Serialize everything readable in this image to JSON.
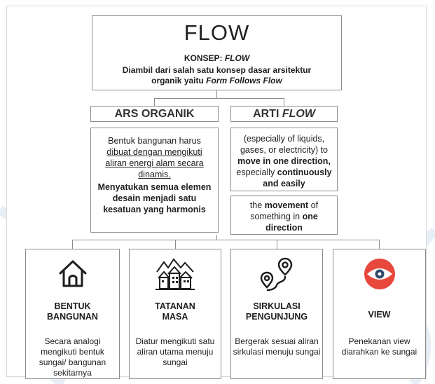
{
  "flow": {
    "title": "FLOW",
    "konsep_prefix": "KONSEP: ",
    "konsep_value": "FLOW",
    "desc_line1": "Diambil dari salah satu konsep dasar arsitektur",
    "desc_line2_prefix": "organik yaitu ",
    "desc_line2_emph": "Form Follows Flow"
  },
  "ars_organik": {
    "header": "ARS ORGANIK",
    "p1_plain": "Bentuk bangunan harus",
    "p1_underlined": "dibuat dengan mengikuti aliran energi alam secara dinamis.",
    "p2": "Menyatukan semua elemen desain menjadi satu kesatuan yang harmonis"
  },
  "arti_flow": {
    "header_prefix": "ARTI ",
    "header_emph": "FLOW",
    "def1_plain": "(especially of liquids, gases, or electricity) to",
    "def1_bold1": "move in one direction,",
    "def1_plain2": "especially",
    "def1_bold2": "continuously and easily",
    "def2_prefix": "the",
    "def2_bold": "movement",
    "def2_mid": "of something",
    "def2_in": "in",
    "def2_bold2": "one direction"
  },
  "cards": [
    {
      "icon": "house-icon",
      "title1": "BENTUK",
      "title2": "BANGUNAN",
      "desc": "Secara analogi mengikuti bentuk sungai/ bangunan sekitarnya"
    },
    {
      "icon": "buildings-icon",
      "title1": "TATANAN",
      "title2": "MASA",
      "desc": "Diatur mengikuti satu aliran utama menuju sungai"
    },
    {
      "icon": "route-pins-icon",
      "title1": "SIRKULASI",
      "title2": "PENGUNJUNG",
      "desc": "Bergerak sesuai aliran sirkulasi menuju sungai"
    },
    {
      "icon": "eye-icon",
      "title1": "VIEW",
      "title2": "",
      "desc": "Penekanan view diarahkan ke sungai"
    }
  ],
  "colors": {
    "line": "#8c8c8c",
    "eye_red": "#e8473c",
    "eye_blue": "#2e4a66",
    "bg_decoration": "#e8eef5"
  }
}
